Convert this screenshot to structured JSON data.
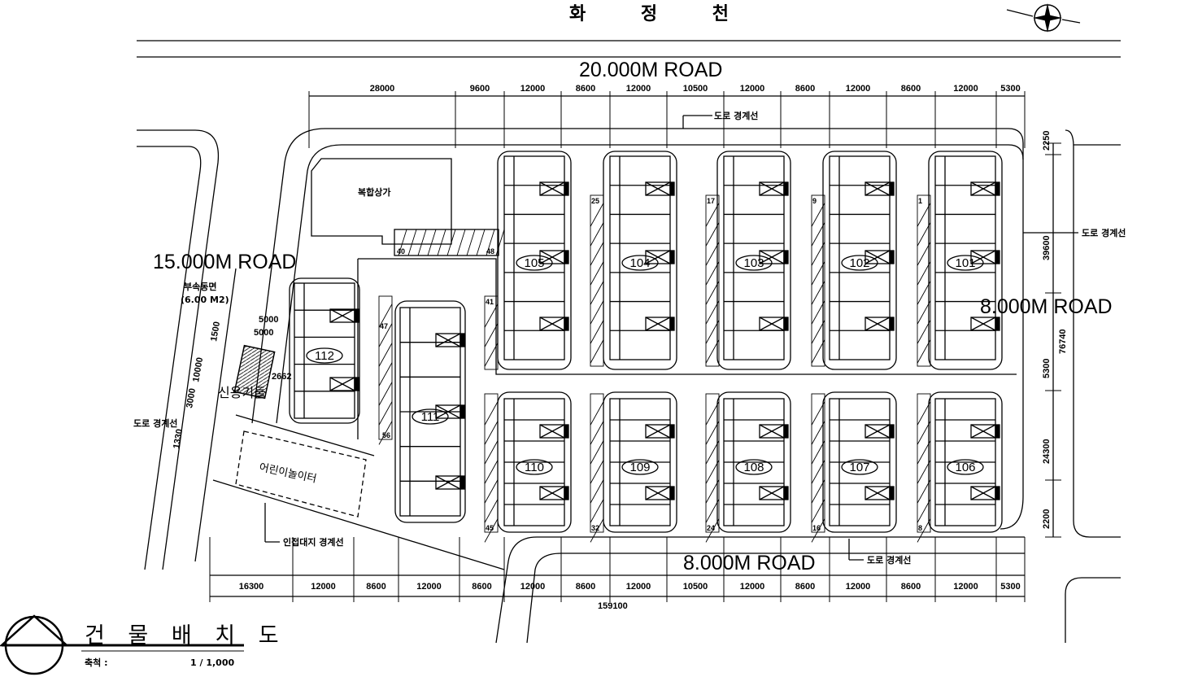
{
  "river_label": "화 정 천",
  "roads": {
    "north": "20.000M ROAD",
    "west": "15.000M ROAD",
    "east": "8.000M ROAD",
    "south": "8.000M ROAD"
  },
  "top_dims": [
    "28000",
    "9600",
    "12000",
    "8600",
    "12000",
    "10500",
    "12000",
    "8600",
    "12000",
    "8600",
    "12000",
    "5300"
  ],
  "bottom_dims": [
    "16300",
    "12000",
    "8600",
    "12000",
    "8600",
    "12000",
    "8600",
    "12000",
    "10500",
    "12000",
    "8600",
    "12000",
    "8600",
    "12000",
    "5300"
  ],
  "total_dim": "159100",
  "right_dims": [
    "2250",
    "39600",
    "5300",
    "24300",
    "2200"
  ],
  "right_total": "76740",
  "west_dims": [
    "5000",
    "5000",
    "1500",
    "10000",
    "3000",
    "1330"
  ],
  "west_small": "2662",
  "labels": {
    "road_boundary": "도로 경계선",
    "commercial": "복합상가",
    "annex": "부속동면",
    "annex_area": "(6.00 M2)",
    "store": "신용기둘",
    "playground": "어린이놀이터",
    "neighbor_boundary": "인접대지 경계선"
  },
  "buildings_top": [
    "105",
    "104",
    "103",
    "102",
    "101"
  ],
  "buildings_bottom": [
    "110",
    "109",
    "108",
    "107",
    "106"
  ],
  "building_112": "112",
  "building_111": "111",
  "parking_counts": [
    "25",
    "17",
    "9",
    "1",
    "40",
    "48",
    "41",
    "47",
    "56",
    "45",
    "32",
    "24",
    "16",
    "8"
  ],
  "title_block": {
    "title": "건 물 배 치 도",
    "scale_label": "축척 :",
    "scale_value": "1 / 1,000"
  }
}
